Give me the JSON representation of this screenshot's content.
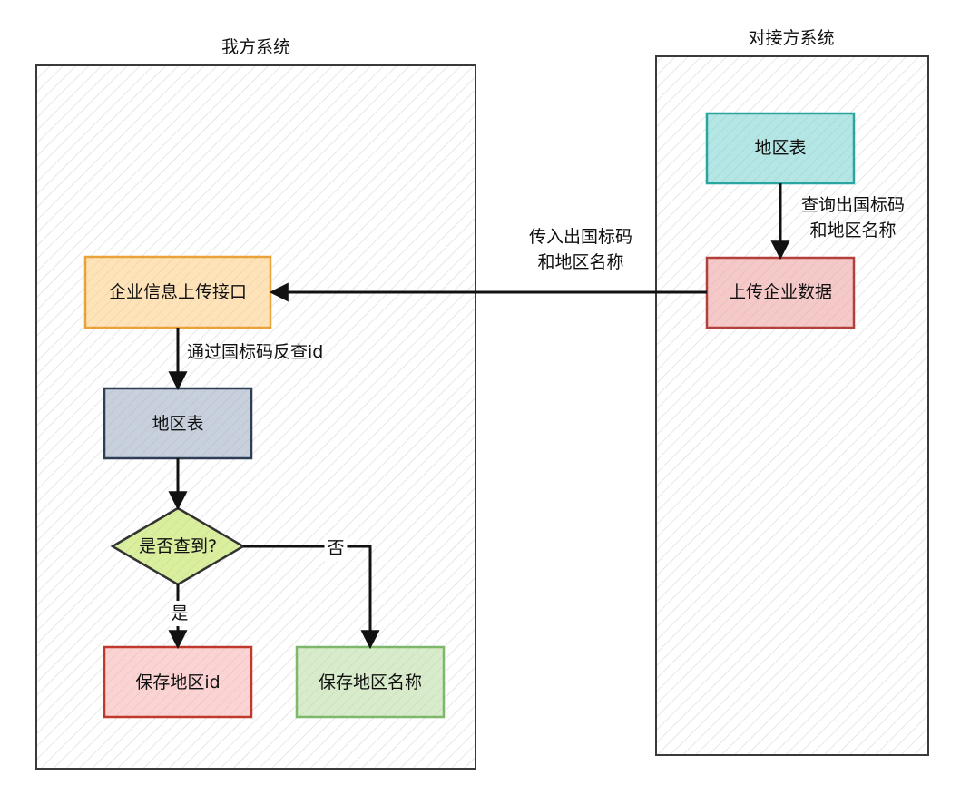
{
  "diagram": {
    "swimlanes": {
      "ours": {
        "title": "我方系统"
      },
      "partner": {
        "title": "对接方系统"
      }
    },
    "nodes": {
      "partner_region_table": {
        "label": "地区表",
        "fill": "#b3e6e4",
        "stroke": "#2aa6a0"
      },
      "upload_company_data": {
        "label": "上传企业数据",
        "fill": "#f6c9c9",
        "stroke": "#b3413b"
      },
      "company_upload_api": {
        "label": "企业信息上传接口",
        "fill": "#ffe3b8",
        "stroke": "#e8a33a"
      },
      "our_region_table": {
        "label": "地区表",
        "fill": "#c7d0dc",
        "stroke": "#2d3e55"
      },
      "found_decision": {
        "label": "是否查到?",
        "fill": "#d9ef9e",
        "stroke": "#333333"
      },
      "save_region_id": {
        "label": "保存地区id",
        "fill": "#fbd3d3",
        "stroke": "#c0392b"
      },
      "save_region_name": {
        "label": "保存地区名称",
        "fill": "#d8eccb",
        "stroke": "#7fb86a"
      }
    },
    "edges": {
      "query_codes": {
        "label": "查询出国标码\n和地区名称"
      },
      "pass_codes": {
        "label": "传入出国标码\n和地区名称"
      },
      "reverse_lookup": {
        "label": "通过国标码反查id"
      },
      "no_branch": {
        "label": "否"
      },
      "yes_branch": {
        "label": "是"
      }
    }
  }
}
